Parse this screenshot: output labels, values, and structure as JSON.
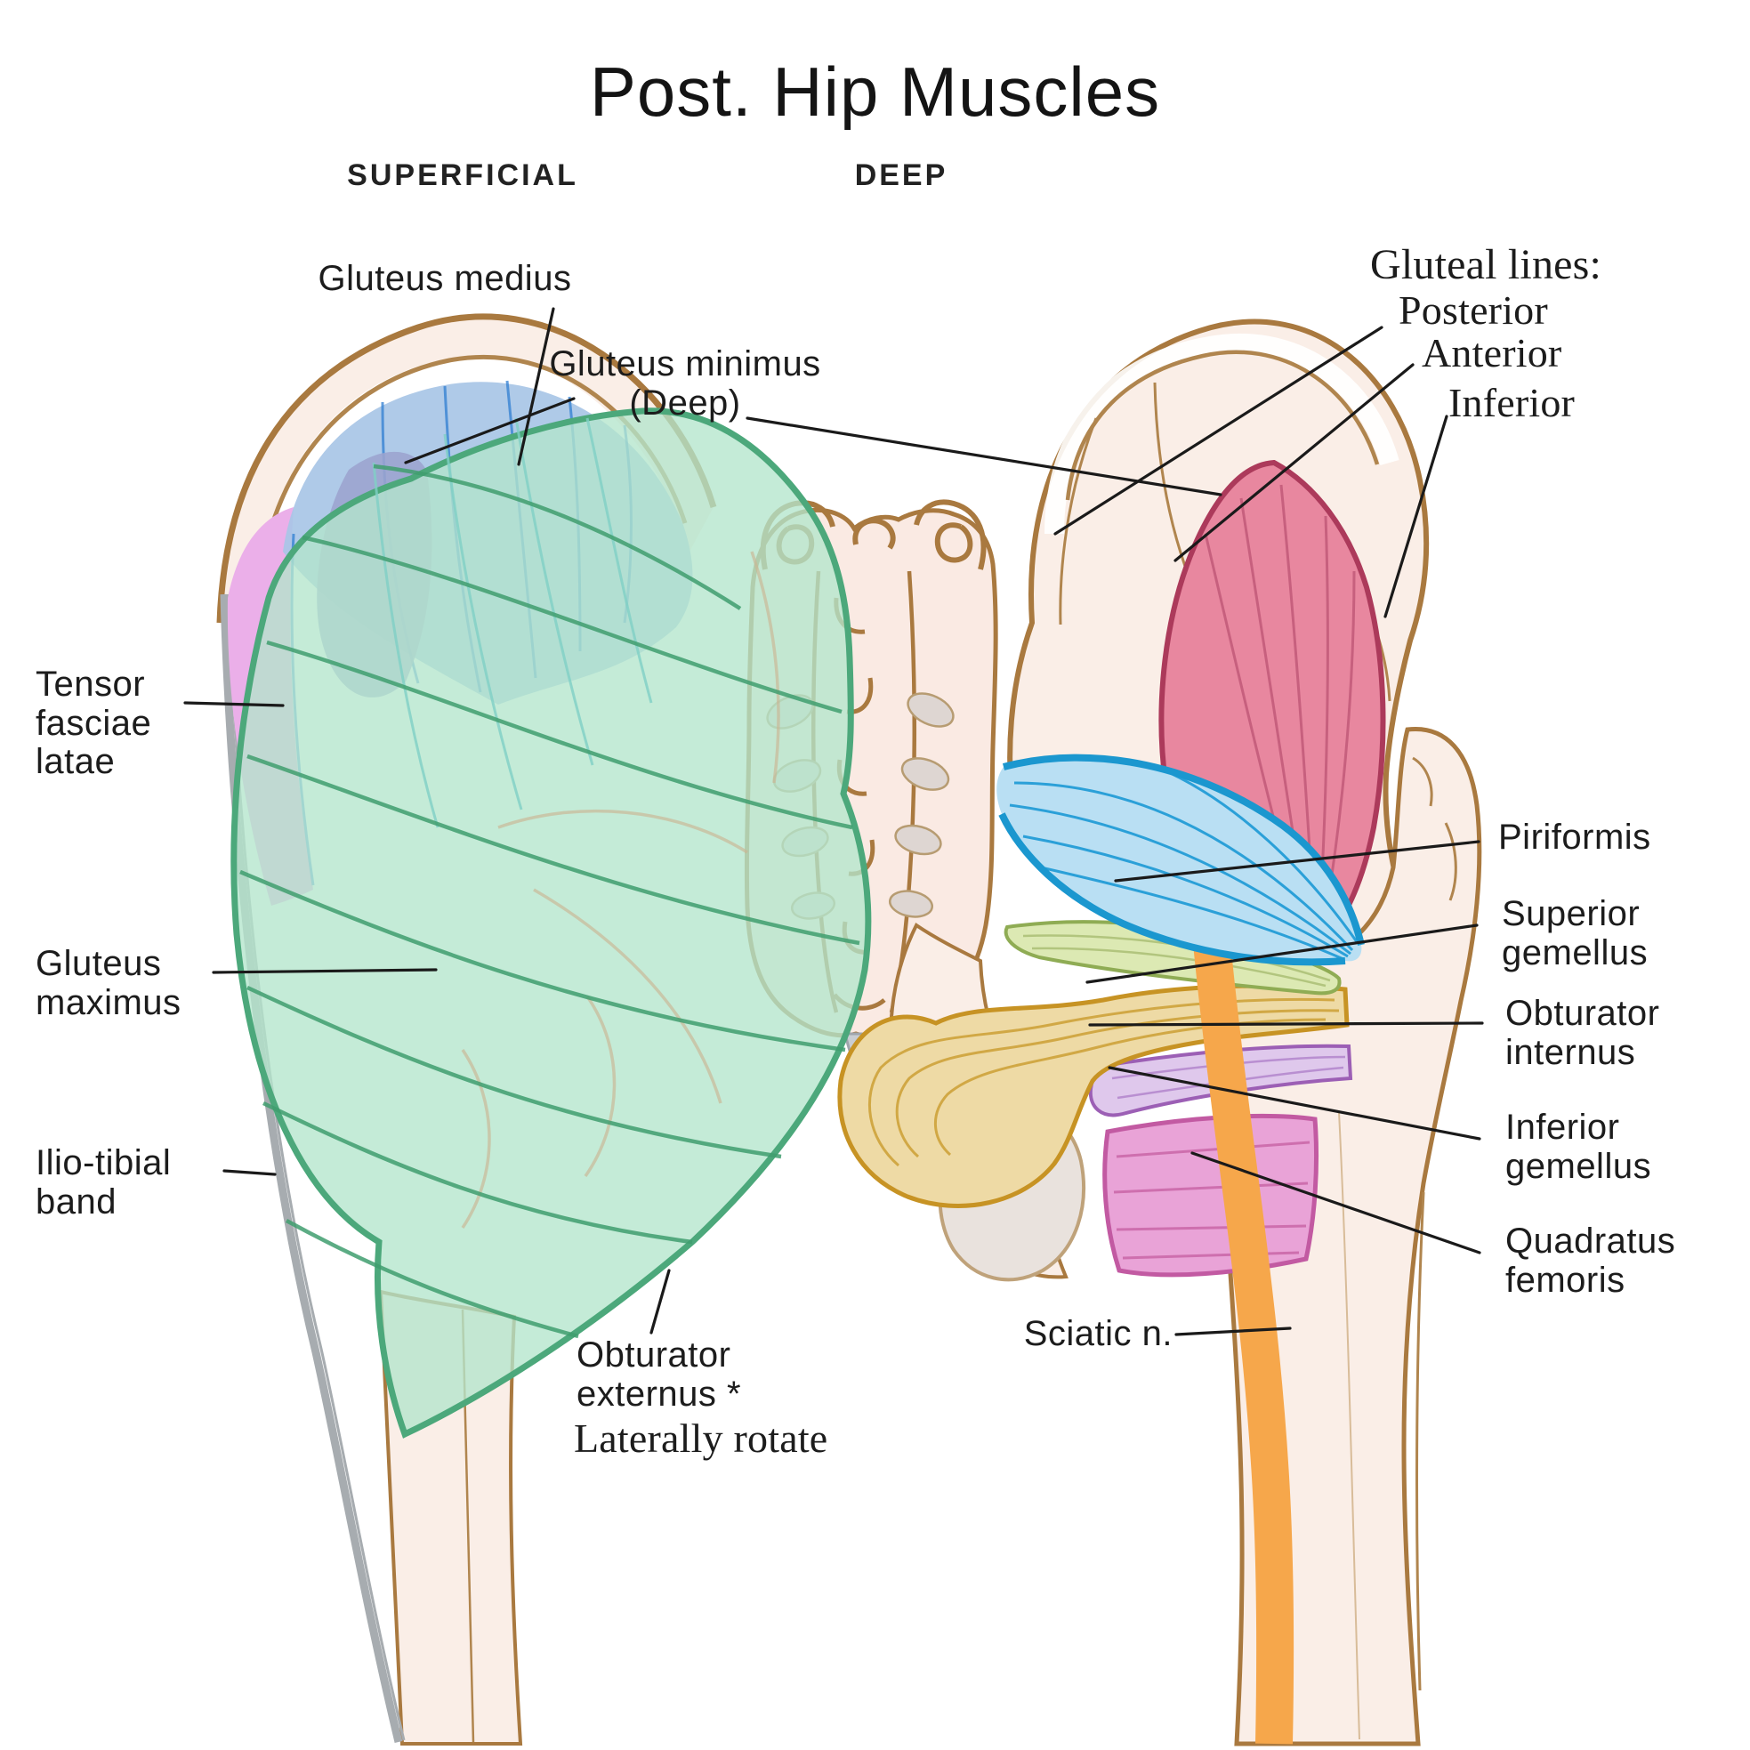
{
  "title": "Post. Hip Muscles",
  "column_headers": {
    "left": "SUPERFICIAL",
    "right": "DEEP"
  },
  "labels": {
    "gluteus_medius": "Gluteus medius",
    "gluteus_minimus": [
      "Gluteus minimus",
      "(Deep)"
    ],
    "tensor_fasciae_latae": [
      "Tensor",
      "fasciae",
      "latae"
    ],
    "gluteus_maximus": [
      "Gluteus",
      "maximus"
    ],
    "ilio_tibial_band": [
      "Ilio-tibial",
      "band"
    ],
    "obturator_externus": [
      "Obturator",
      "externus *"
    ],
    "laterally_rotate": "Laterally rotate",
    "gluteal_lines_heading": "Gluteal lines:",
    "gluteal_lines": [
      "Posterior",
      "Anterior",
      "Inferior"
    ],
    "piriformis": "Piriformis",
    "superior_gemellus": [
      "Superior",
      "gemellus"
    ],
    "obturator_internus": [
      "Obturator",
      "internus"
    ],
    "inferior_gemellus": [
      "Inferior",
      "gemellus"
    ],
    "quadratus_femoris": [
      "Quadratus",
      "femoris"
    ],
    "sciatic_nerve": "Sciatic n."
  },
  "colors": {
    "text_color": "#1C1C1C",
    "leader_line": "#1A1A1A",
    "bone_outline": "#A9793F",
    "bone_fill": "#FAEEE7",
    "bone_inner_line": "#B0854E",
    "sacrum_fill": "#FAEAE3",
    "foramen_fill": "#DED6D2",
    "foramen_stroke": "#B79C72",
    "coccyx_gray": "#C9CDD2",
    "it_band_gray": "#A7ACB0",
    "tfl_fill": "#EBAFE9",
    "medius_fill": "#A8C5E6",
    "medius_streak": "#2F7DD1",
    "minimus_left_fill": "#9CA3CE",
    "maximus_fill": "#B4E5CC",
    "maximus_stroke": "#4CA87B",
    "maximus_streak": "#3F9E6E",
    "maximus_streak_teal": "#7FCFC6",
    "understructure_tan": "#CBB693",
    "minimus_right_fill": "#E8879F",
    "minimus_right_stroke": "#AC3A5B",
    "minimus_right_streak": "#C7607E",
    "piriformis_fill": "#B9DFF3",
    "piriformis_stroke": "#1B97CF",
    "piriformis_streak": "#2BA0D8",
    "sup_gemellus_fill": "#DCE9B3",
    "sup_gemellus_stroke": "#8FAC54",
    "obturator_internus_fill": "#EEDAA5",
    "obturator_internus_stroke": "#C79324",
    "obturator_internus_streak": "#D1A845",
    "inf_gemellus_fill": "#DFC8EC",
    "inf_gemellus_stroke": "#9C5FB5",
    "quadratus_fill": "#E9A3D7",
    "quadratus_stroke": "#C25AA2",
    "quadratus_streak": "#CE6FAE",
    "ischial_gray_fill": "#E9E2DD",
    "ischial_gray_stroke": "#BFA27A",
    "sciatic_orange": "#F6A74B"
  }
}
